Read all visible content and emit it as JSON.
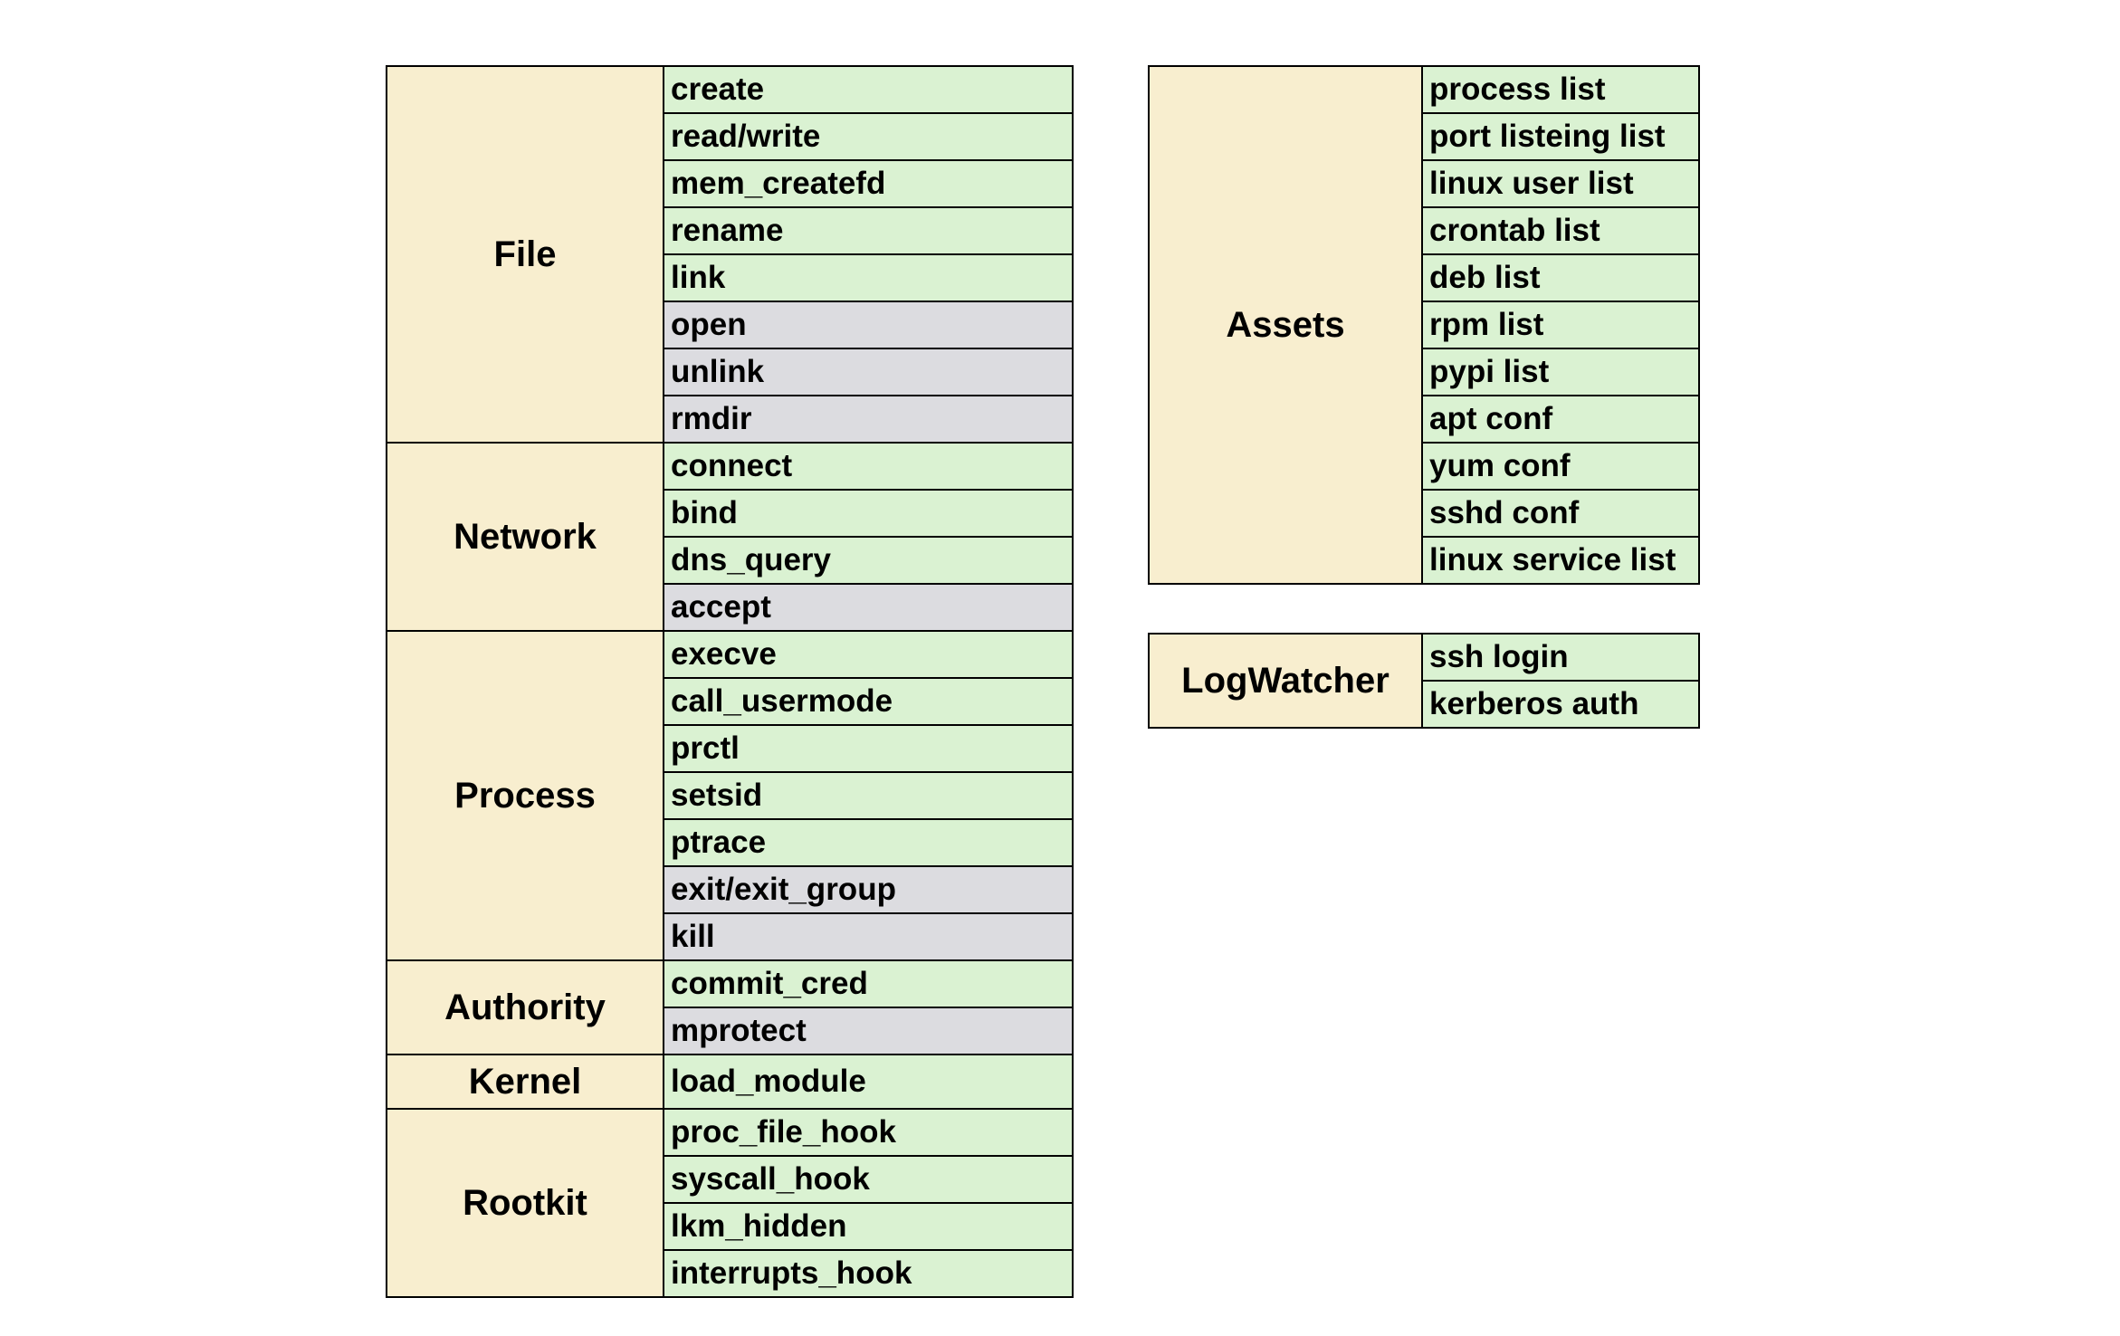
{
  "colors": {
    "category_bg": "#f8eecf",
    "implemented_bg": "#daf2d2",
    "pending_bg": "#dcdce0",
    "border": "#000000"
  },
  "left_groups": [
    {
      "category": "File",
      "items": [
        {
          "label": "create",
          "state": "implemented"
        },
        {
          "label": "read/write",
          "state": "implemented"
        },
        {
          "label": "mem_createfd",
          "state": "implemented"
        },
        {
          "label": "rename",
          "state": "implemented"
        },
        {
          "label": "link",
          "state": "implemented"
        },
        {
          "label": "open",
          "state": "pending"
        },
        {
          "label": "unlink",
          "state": "pending"
        },
        {
          "label": "rmdir",
          "state": "pending"
        }
      ]
    },
    {
      "category": "Network",
      "items": [
        {
          "label": "connect",
          "state": "implemented"
        },
        {
          "label": "bind",
          "state": "implemented"
        },
        {
          "label": "dns_query",
          "state": "implemented"
        },
        {
          "label": "accept",
          "state": "pending"
        }
      ]
    },
    {
      "category": "Process",
      "items": [
        {
          "label": "execve",
          "state": "implemented"
        },
        {
          "label": "call_usermode",
          "state": "implemented"
        },
        {
          "label": "prctl",
          "state": "implemented"
        },
        {
          "label": "setsid",
          "state": "implemented"
        },
        {
          "label": "ptrace",
          "state": "implemented"
        },
        {
          "label": "exit/exit_group",
          "state": "pending"
        },
        {
          "label": "kill",
          "state": "pending"
        }
      ]
    },
    {
      "category": "Authority",
      "items": [
        {
          "label": "commit_cred",
          "state": "implemented"
        },
        {
          "label": "mprotect",
          "state": "pending"
        }
      ]
    },
    {
      "category": "Kernel",
      "items": [
        {
          "label": "load_module",
          "state": "implemented"
        }
      ]
    },
    {
      "category": "Rootkit",
      "items": [
        {
          "label": "proc_file_hook",
          "state": "implemented"
        },
        {
          "label": "syscall_hook",
          "state": "implemented"
        },
        {
          "label": "lkm_hidden",
          "state": "implemented"
        },
        {
          "label": "interrupts_hook",
          "state": "implemented"
        }
      ]
    }
  ],
  "right_groups": [
    {
      "category": "Assets",
      "items": [
        {
          "label": "process list",
          "state": "implemented"
        },
        {
          "label": "port listeing list",
          "state": "implemented"
        },
        {
          "label": "linux user list",
          "state": "implemented"
        },
        {
          "label": "crontab list",
          "state": "implemented"
        },
        {
          "label": "deb list",
          "state": "implemented"
        },
        {
          "label": "rpm list",
          "state": "implemented"
        },
        {
          "label": "pypi list",
          "state": "implemented"
        },
        {
          "label": "apt conf",
          "state": "implemented"
        },
        {
          "label": "yum conf",
          "state": "implemented"
        },
        {
          "label": "sshd conf",
          "state": "implemented"
        },
        {
          "label": "linux service list",
          "state": "implemented"
        }
      ]
    }
  ],
  "log_groups": [
    {
      "category": "LogWatcher",
      "items": [
        {
          "label": "ssh login",
          "state": "implemented"
        },
        {
          "label": "kerberos auth",
          "state": "implemented"
        }
      ]
    }
  ]
}
